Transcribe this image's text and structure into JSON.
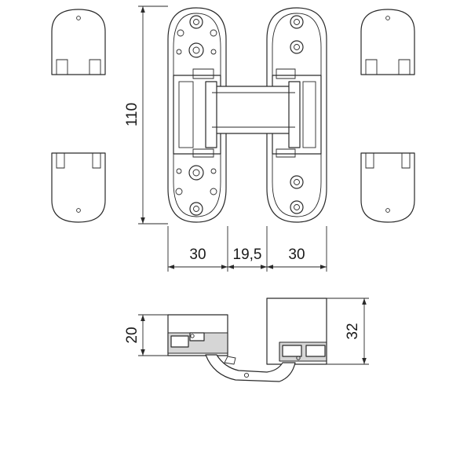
{
  "drawing": {
    "dimensions": {
      "height": "110",
      "width_left_plate": "30",
      "width_gap": "19,5",
      "width_right_plate": "30",
      "side_height_left": "20",
      "side_height_right": "32"
    },
    "line_color": "#2a2a2a",
    "fill_color": "#d6d6d6"
  }
}
